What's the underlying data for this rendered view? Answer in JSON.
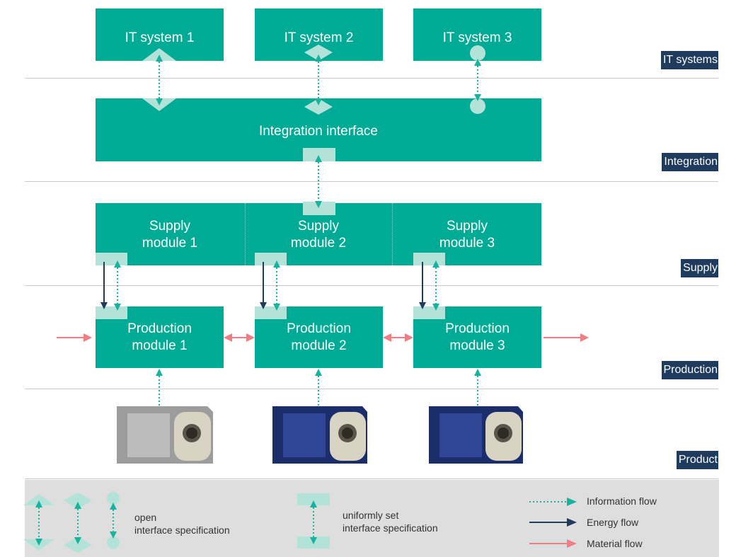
{
  "it_systems": [
    "IT system 1",
    "IT system 2",
    "IT system 3"
  ],
  "integration": {
    "label": "Integration interface"
  },
  "supply_modules": [
    {
      "line1": "Supply",
      "line2": "module 1"
    },
    {
      "line1": "Supply",
      "line2": "module 2"
    },
    {
      "line1": "Supply",
      "line2": "module 3"
    }
  ],
  "production_modules": [
    {
      "line1": "Production",
      "line2": "module 1"
    },
    {
      "line1": "Production",
      "line2": "module 2"
    },
    {
      "line1": "Production",
      "line2": "module 3"
    }
  ],
  "layers": {
    "it": "IT systems",
    "integration": "Integration",
    "supply": "Supply",
    "production": "Production",
    "product": "Product"
  },
  "products": [
    {
      "color": "silver"
    },
    {
      "color": "navy"
    },
    {
      "color": "navy"
    }
  ],
  "legend": {
    "open_line1": "open",
    "open_line2": "interface specification",
    "uniform_line1": "uniformly set",
    "uniform_line2": "interface specification",
    "information": "Information flow",
    "energy": "Energy flow",
    "material": "Material flow"
  },
  "colors": {
    "teal": "#00ab96",
    "interface_light": "#b3e2d9",
    "navy": "#1f3b5e",
    "material": "#ef7d83",
    "info_arrow": "#16b39e",
    "legend_bg": "#dedede"
  }
}
